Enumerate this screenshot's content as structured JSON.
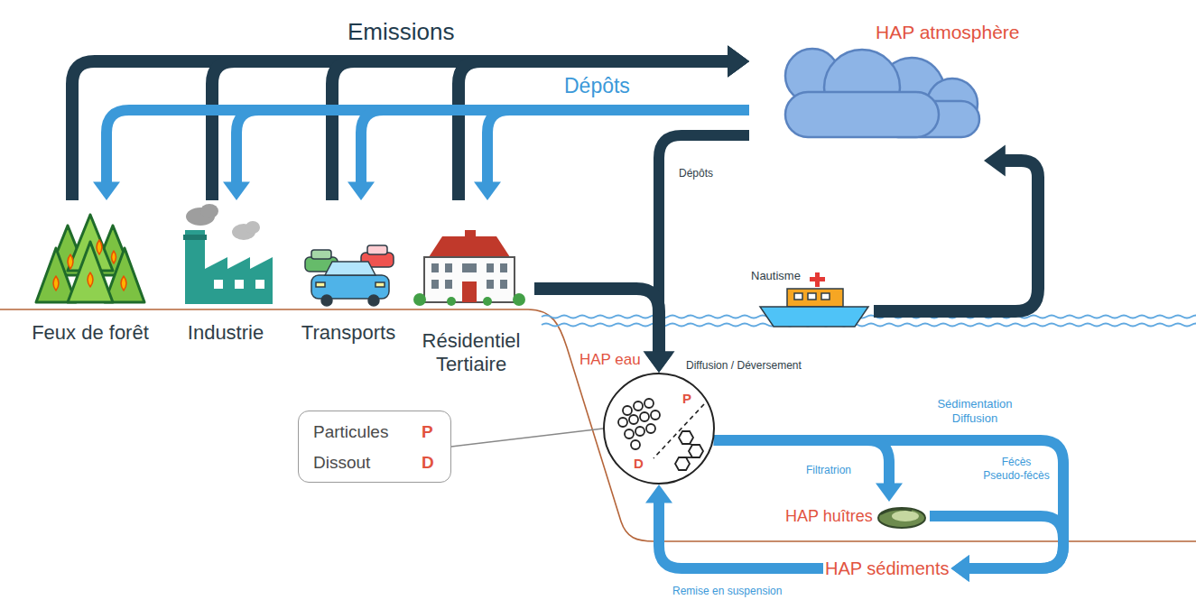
{
  "diagram": {
    "nodes": [
      {
        "text": [
          "Feux de forêt"
        ]
      },
      {
        "text": [
          "Industrie"
        ]
      },
      {
        "text": [
          "Transports"
        ]
      },
      {
        "text": [
          "Résidentiel Tertiaire"
        ]
      },
      {
        "text": [
          "HAP atmosphère"
        ]
      },
      {
        "text": [
          "Nautisme"
        ]
      },
      {
        "text": [
          "HAP eau",
          "P",
          "D"
        ]
      },
      {
        "text": [
          "Particules",
          "P",
          "Dissout",
          "D"
        ]
      },
      {
        "text": [
          "HAP huîtres"
        ]
      },
      {
        "text": [
          "HAP sédiments"
        ]
      }
    ],
    "edges": [
      {
        "from": 0,
        "to": 4,
        "arrow": "to",
        "label": "Emissions"
      },
      {
        "from": 1,
        "to": 4,
        "arrow": "to"
      },
      {
        "from": 2,
        "to": 4,
        "arrow": "to"
      },
      {
        "from": 3,
        "to": 4,
        "arrow": "to"
      },
      {
        "from": 4,
        "to": 0,
        "arrow": "to",
        "label": "Dépôts"
      },
      {
        "from": 4,
        "to": 1,
        "arrow": "to"
      },
      {
        "from": 4,
        "to": 2,
        "arrow": "to"
      },
      {
        "from": 4,
        "to": 3,
        "arrow": "to"
      },
      {
        "from": 4,
        "to": 6,
        "arrow": "to",
        "label": "Dépôts"
      },
      {
        "from": 3,
        "to": 6,
        "arrow": "to",
        "label": "Diffusion / Déversement"
      },
      {
        "from": 5,
        "to": 4,
        "arrow": "to"
      },
      {
        "from": 6,
        "to": 9,
        "arrow": "to",
        "label": "Sédimentation Diffusion"
      },
      {
        "from": 6,
        "to": 8,
        "arrow": "to",
        "label": "Filtratrion"
      },
      {
        "from": 8,
        "to": 9,
        "arrow": "to",
        "label": "Fécès Pseudo-fécès"
      },
      {
        "from": 9,
        "to": 6,
        "arrow": "to",
        "label": "Remise en suspension"
      },
      {
        "from": 7,
        "to": 6,
        "arrow": "none"
      }
    ]
  }
}
